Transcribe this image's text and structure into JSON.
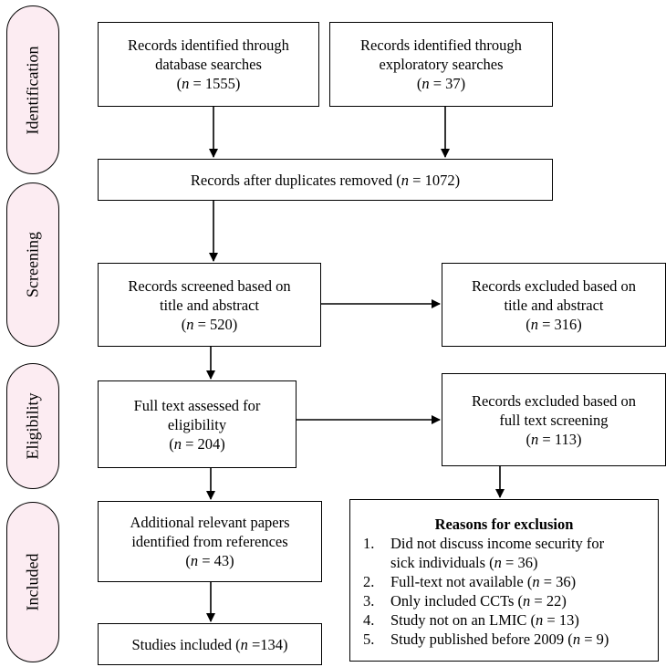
{
  "phases": {
    "identification": "Identification",
    "screening": "Screening",
    "eligibility": "Eligibility",
    "included": "Included"
  },
  "boxes": {
    "database": {
      "line1": "Records identified through",
      "line2": "database searches",
      "count": "(n = 1555)"
    },
    "exploratory": {
      "line1": "Records identified through",
      "line2": "exploratory searches",
      "count": "(n = 37)"
    },
    "duplicates": {
      "text": "Records after duplicates removed",
      "count": "(n = 1072)"
    },
    "screened": {
      "line1": "Records screened based on",
      "line2": "title and abstract",
      "count": "(n = 520)"
    },
    "excluded_title": {
      "line1": "Records excluded based on",
      "line2": "title and abstract",
      "count": "(n = 316)"
    },
    "fulltext": {
      "line1": "Full text assessed for",
      "line2": "eligibility",
      "count": "(n = 204)"
    },
    "excluded_fulltext": {
      "line1": "Records excluded based on",
      "line2": "full text screening",
      "count": "(n = 113)"
    },
    "additional": {
      "line1": "Additional relevant papers",
      "line2": "identified from references",
      "count": "(n = 43)"
    },
    "included": {
      "text": "Studies included",
      "count": "(n =134)"
    }
  },
  "reasons": {
    "title": "Reasons for exclusion",
    "items": [
      {
        "num": "1.",
        "text": "Did not discuss income security for",
        "cont": "sick individuals (n = 36)"
      },
      {
        "num": "2.",
        "text": "Full-text not available (n = 36)"
      },
      {
        "num": "3.",
        "text": "Only included CCTs (n = 22)"
      },
      {
        "num": "4.",
        "text": "Study not on an LMIC (n = 13)"
      },
      {
        "num": "5.",
        "text": "Study published before 2009 (n = 9)"
      }
    ]
  }
}
